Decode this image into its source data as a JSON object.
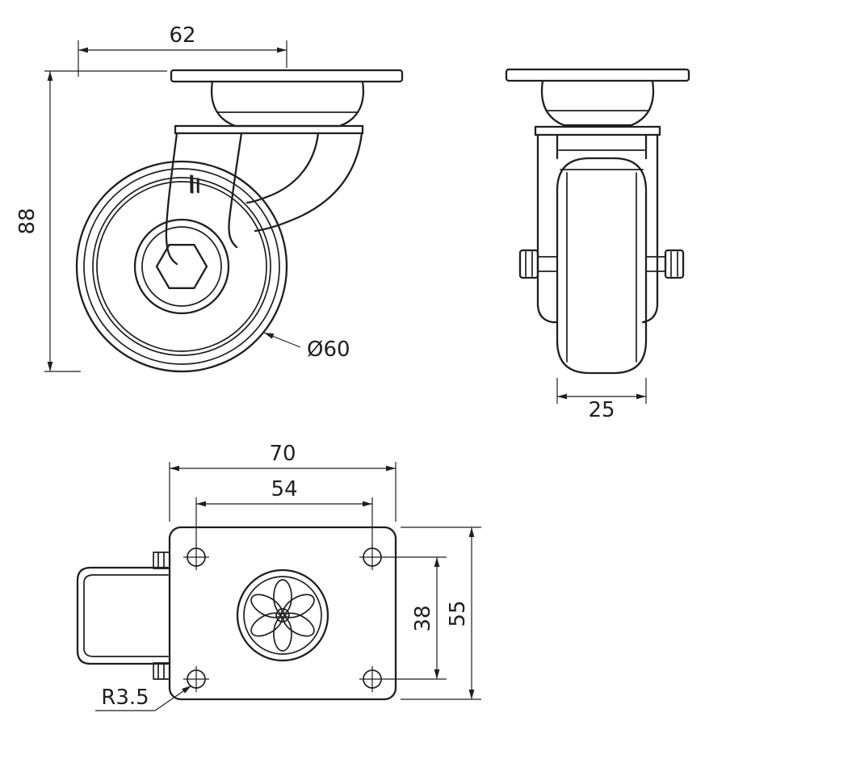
{
  "drawing": {
    "type": "caster-wheel-technical-drawing",
    "line_color": "#1f1f1f",
    "background_color": "#ffffff",
    "side_view": {
      "width_dim": "62",
      "height_dim": "88",
      "wheel_diameter_dim": "Ø60"
    },
    "front_view": {
      "wheel_width_dim": "25"
    },
    "plan_view": {
      "plate_width_dim": "70",
      "hole_spacing_x_dim": "54",
      "hole_spacing_y_dim": "38",
      "plate_depth_dim": "55",
      "corner_hole_radius_dim": "R3.5"
    }
  }
}
